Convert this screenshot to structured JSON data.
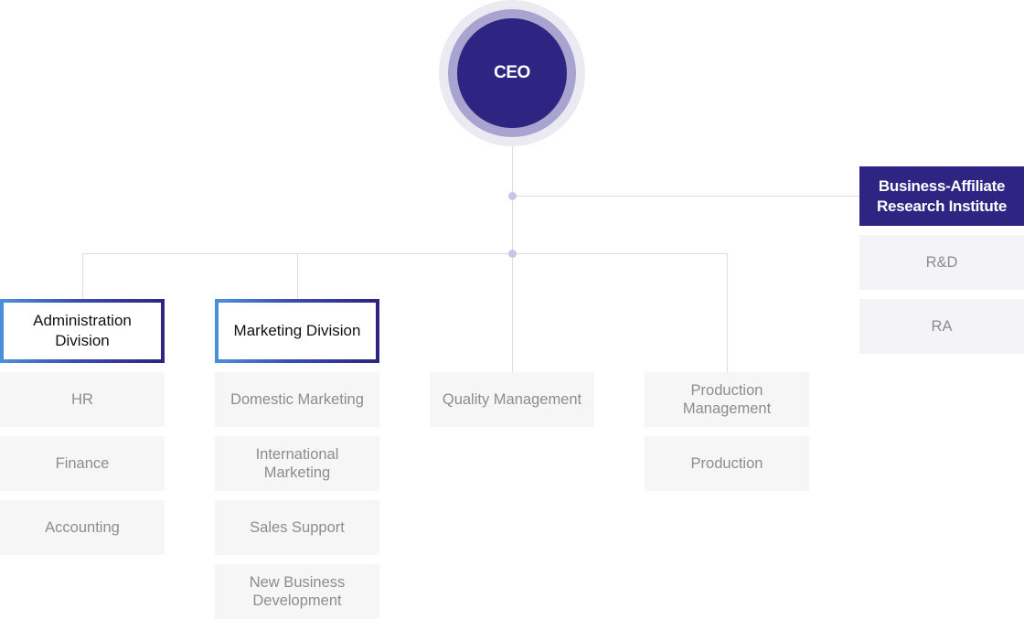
{
  "colors": {
    "ceo_fill": "#2e2582",
    "ceo_ring": "#a9a4cf",
    "ceo_halo": "#ebeaf3",
    "division_border_start": "#4b8fd8",
    "division_border_end": "#2e2582",
    "department_fill": "#f6f6f6",
    "department_text": "#8d8d8d",
    "connector_line": "#dcdcdc",
    "junction_dot": "#c8c4e2"
  },
  "ceo": {
    "label": "CEO"
  },
  "research_institute": {
    "title": "Business-Affiliate Research Institute",
    "departments": [
      "R&D",
      "RA"
    ]
  },
  "divisions": [
    {
      "title": "Administration Division",
      "departments": [
        "HR",
        "Finance",
        "Accounting"
      ]
    },
    {
      "title": "Marketing Division",
      "departments": [
        "Domestic Marketing",
        "International Marketing",
        "Sales Support",
        "New Business Development"
      ]
    }
  ],
  "standalone_departments": [
    {
      "departments": [
        "Quality Management"
      ]
    },
    {
      "departments": [
        "Production Management",
        "Production"
      ]
    }
  ]
}
